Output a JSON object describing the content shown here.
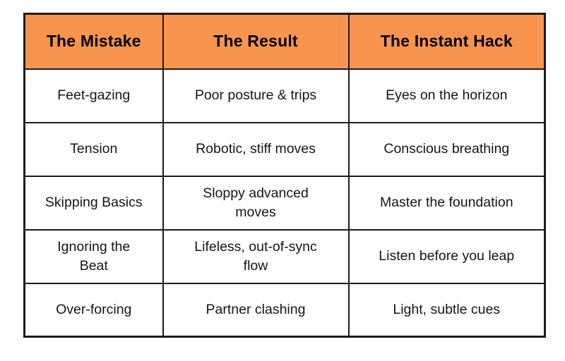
{
  "page": {
    "background": "#ffffff"
  },
  "table": {
    "header_bg": "#F8944E",
    "border_color": "#1c1c1c",
    "columns": [
      "The Mistake",
      "The Result",
      "The Instant Hack"
    ],
    "rows": [
      {
        "mistake": "Feet-gazing",
        "result": "Poor posture & trips",
        "hack": "Eyes on the horizon"
      },
      {
        "mistake": "Tension",
        "result": "Robotic, stiff moves",
        "hack": "Conscious breathing"
      },
      {
        "mistake": "Skipping Basics",
        "result": "Sloppy advanced\nmoves",
        "hack": "Master the foundation"
      },
      {
        "mistake": "Ignoring the\nBeat",
        "result": "Lifeless, out-of-sync\nflow",
        "hack": "Listen before you leap"
      },
      {
        "mistake": "Over-forcing",
        "result": "Partner clashing",
        "hack": "Light, subtle cues"
      }
    ]
  }
}
